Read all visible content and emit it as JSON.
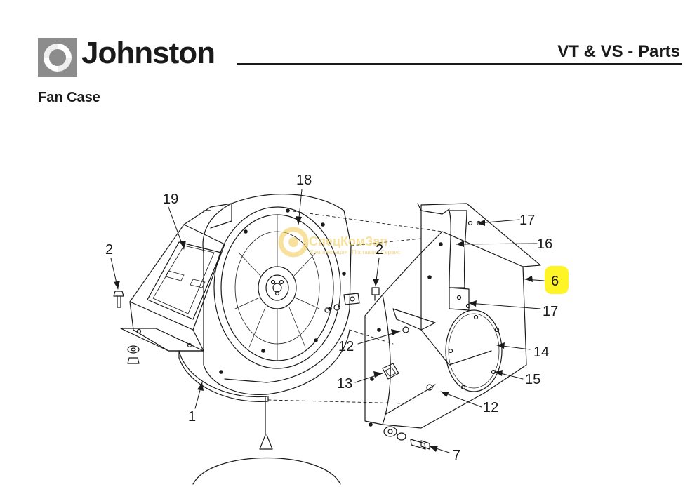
{
  "header": {
    "brand": "Johnston",
    "title": "VT & VS - Parts",
    "logo_icon": "johnston-logo-icon"
  },
  "section": {
    "title": "Fan Case"
  },
  "watermark": {
    "main": "СпецКомЗап",
    "sub": "Комплектация | Поставки | Сервис",
    "color": "#f2c94c"
  },
  "highlight_color": "#fff200",
  "callouts": {
    "c1": "1",
    "c2a": "2",
    "c2b": "2",
    "c6": "6",
    "c7": "7",
    "c12a": "12",
    "c12b": "12",
    "c13": "13",
    "c14": "14",
    "c15": "15",
    "c16": "16",
    "c17a": "17",
    "c17b": "17",
    "c18": "18",
    "c19": "19"
  },
  "housing_label": "1"
}
